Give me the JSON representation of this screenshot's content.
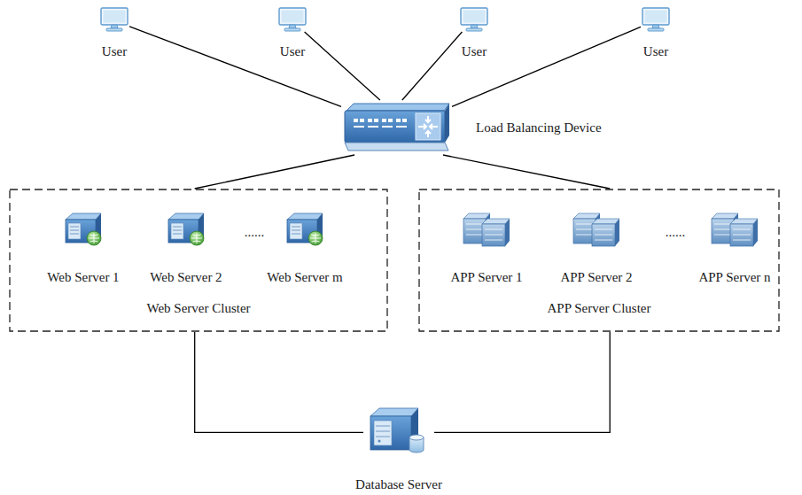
{
  "diagram": {
    "nodes": [
      {
        "text": [
          "User"
        ]
      },
      {
        "text": [
          "User"
        ]
      },
      {
        "text": [
          "User"
        ]
      },
      {
        "text": [
          "User"
        ]
      },
      {
        "text": [
          "Load Balancing Device"
        ]
      },
      {
        "text": [
          "Web Server Cluster"
        ]
      },
      {
        "text": [
          "Web Server 1"
        ],
        "in": 5
      },
      {
        "text": [
          "Web Server 2"
        ],
        "in": 5
      },
      {
        "text": [
          "Web Server m"
        ],
        "in": 5
      },
      {
        "text": [
          "APP Server Cluster"
        ]
      },
      {
        "text": [
          "APP Server 1"
        ],
        "in": 9
      },
      {
        "text": [
          "APP Server 2"
        ],
        "in": 9
      },
      {
        "text": [
          "APP Server n"
        ],
        "in": 9
      },
      {
        "text": [
          "Database Server"
        ]
      }
    ],
    "edges": [
      {
        "from": 0,
        "to": 4,
        "arrow": "none"
      },
      {
        "from": 1,
        "to": 4,
        "arrow": "none"
      },
      {
        "from": 2,
        "to": 4,
        "arrow": "none"
      },
      {
        "from": 3,
        "to": 4,
        "arrow": "none"
      },
      {
        "from": 4,
        "to": 5,
        "arrow": "none"
      },
      {
        "from": 4,
        "to": 9,
        "arrow": "none"
      },
      {
        "from": 5,
        "to": 13,
        "arrow": "none"
      },
      {
        "from": 9,
        "to": 13,
        "arrow": "none"
      }
    ],
    "labels": [
      "......",
      "......"
    ]
  }
}
